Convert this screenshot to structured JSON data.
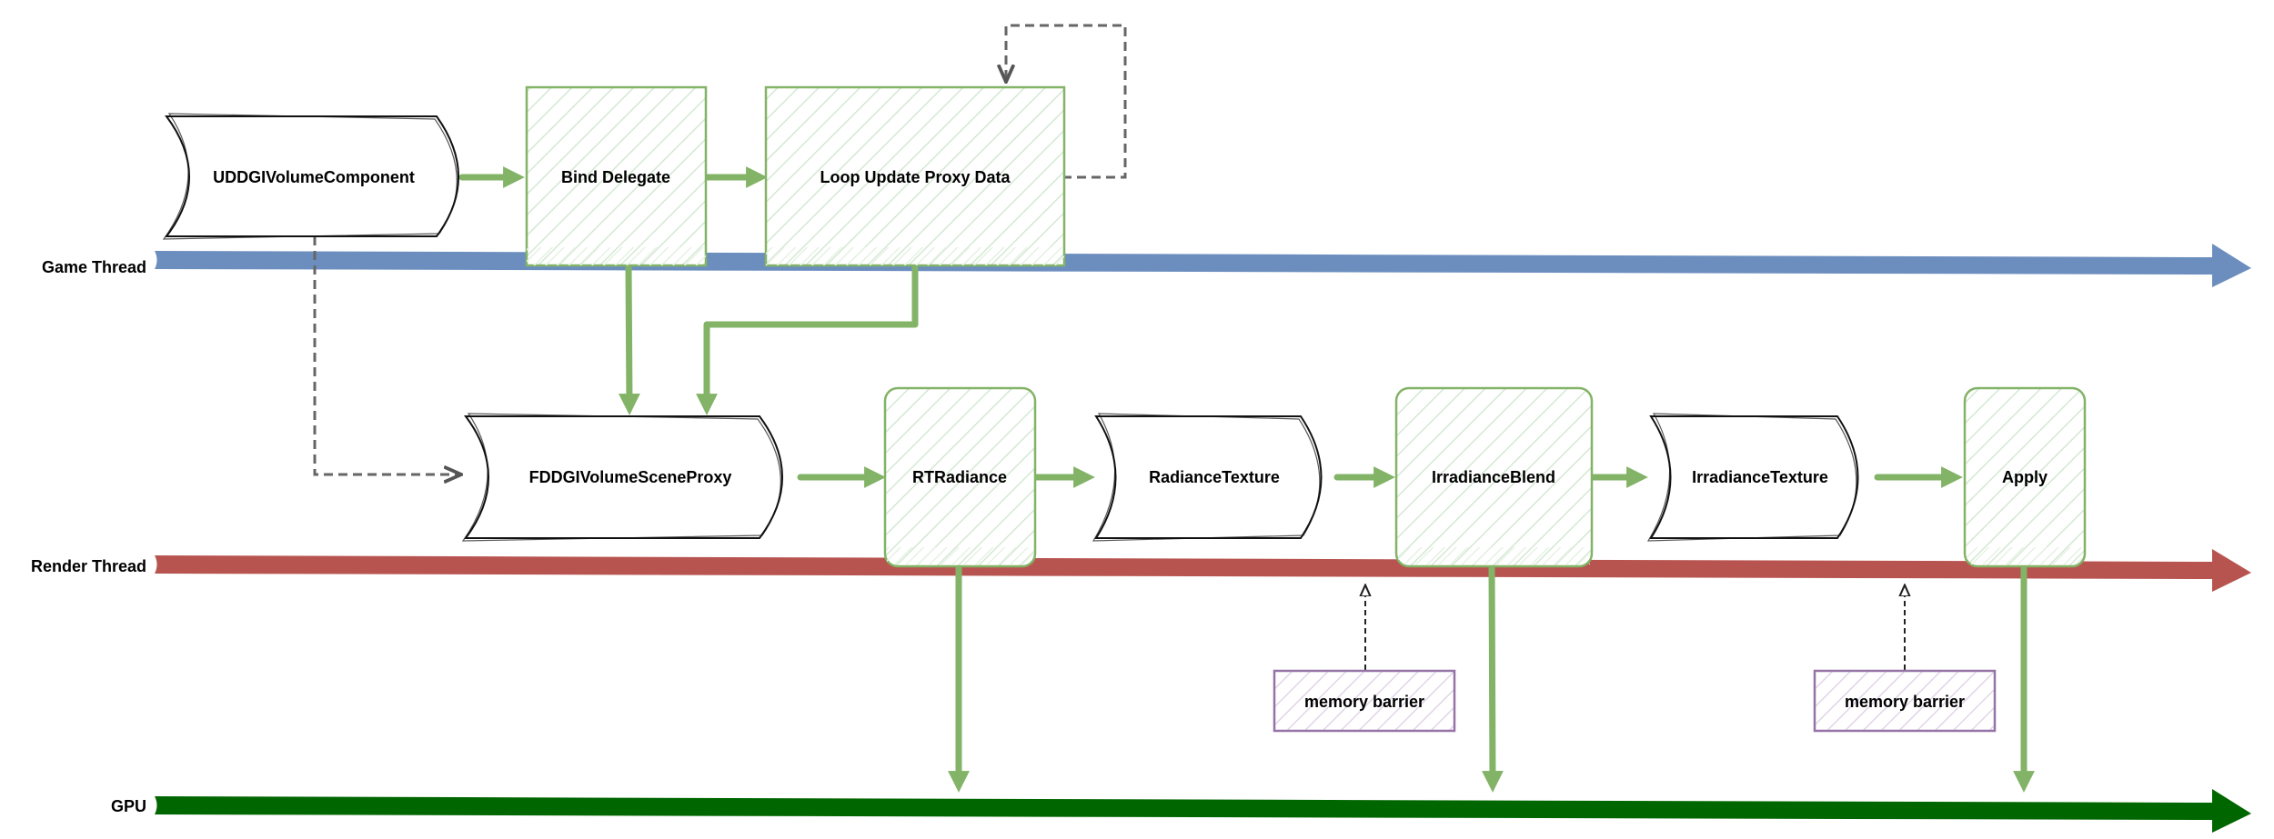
{
  "threads": {
    "game": "Game Thread",
    "render": "Render Thread",
    "gpu": "GPU"
  },
  "nodes": {
    "component": "UDDGIVolumeComponent",
    "bind_delegate": "Bind Delegate",
    "loop_update": "Loop Update Proxy Data",
    "scene_proxy": "FDDGIVolumeSceneProxy",
    "rt_radiance": "RTRadiance",
    "radiance_texture": "RadianceTexture",
    "irradiance_blend": "IrradianceBlend",
    "irradiance_texture": "IrradianceTexture",
    "apply": "Apply"
  },
  "barriers": {
    "first": "memory barrier",
    "second": "memory barrier"
  },
  "colors": {
    "game_thread": "#6c8ebf",
    "render_thread": "#b85450",
    "gpu": "#006600",
    "process_stroke": "#82b366",
    "barrier_stroke": "#9673a6"
  }
}
